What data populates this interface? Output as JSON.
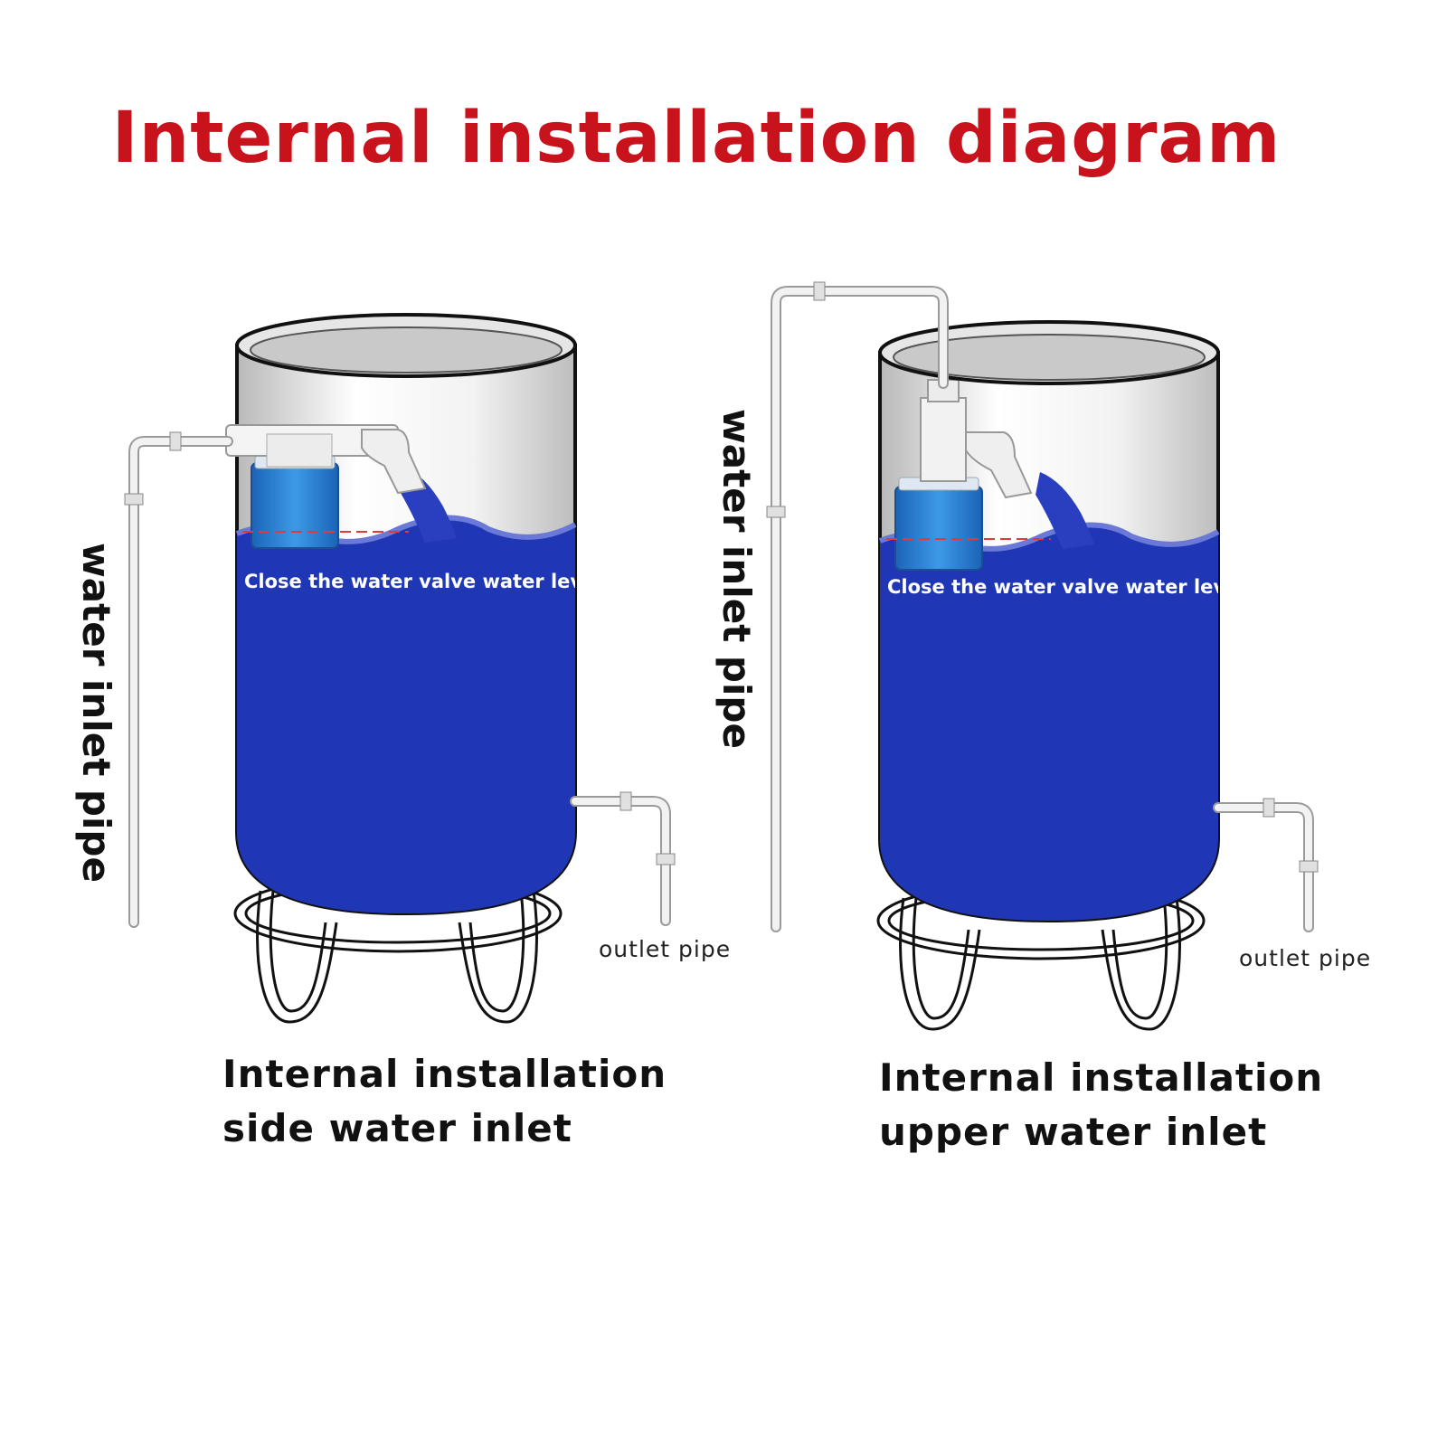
{
  "title": "Internal installation diagram",
  "colors": {
    "title": "#c8121c",
    "water": "#1f37b4",
    "water_surface": "#6a78d8",
    "level_line": "#e03a3a",
    "float_body": "#2f86d6",
    "pipe": "#e9e9e9",
    "tank_outline": "#111111"
  },
  "tanks": [
    {
      "inlet_label": "water inlet pipe",
      "level_text": "Close the water valve water level",
      "outlet_label": "outlet pipe",
      "caption_line1": "Internal installation",
      "caption_line2": "side water inlet"
    },
    {
      "inlet_label": "water inlet pipe",
      "level_text": "Close the water valve water level",
      "outlet_label": "outlet pipe",
      "caption_line1": "Internal installation",
      "caption_line2": "upper water inlet"
    }
  ]
}
